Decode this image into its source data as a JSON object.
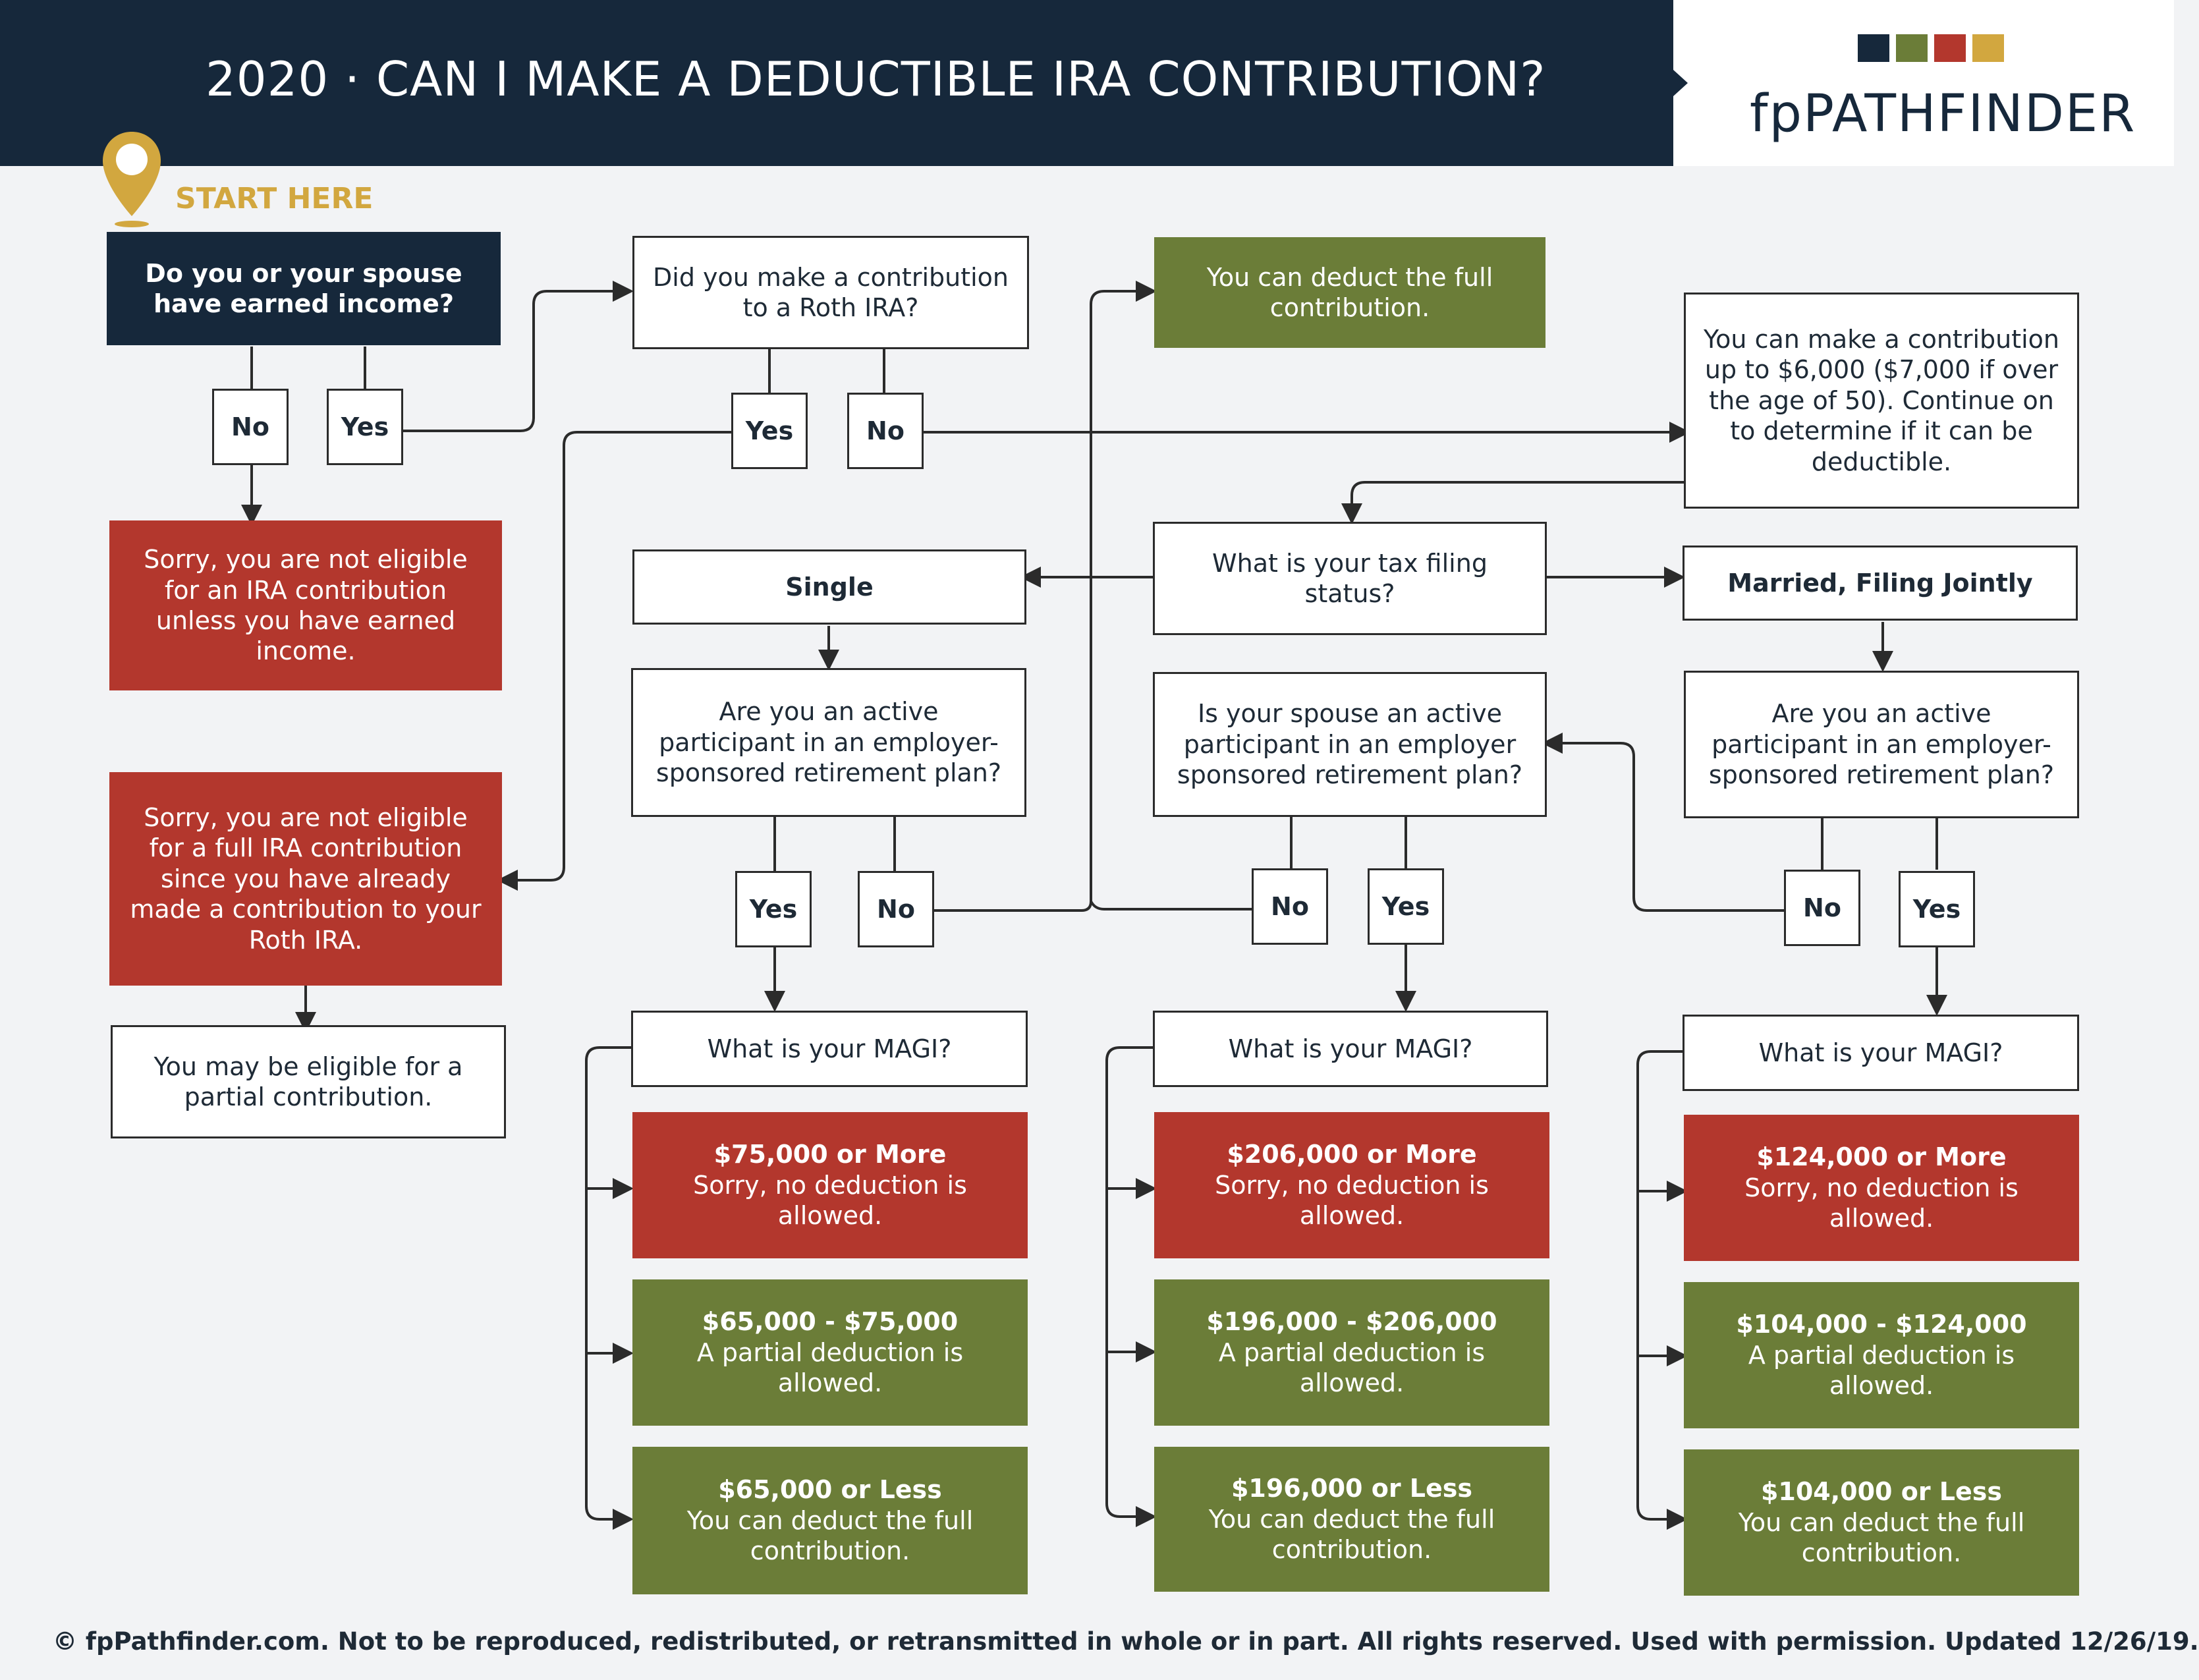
{
  "header": {
    "title": "2020 · CAN I MAKE A DEDUCTIBLE IRA CONTRIBUTION?",
    "brand": "fpPATHFINDER",
    "brand_colors": [
      "#16283b",
      "#6b7d38",
      "#b3372d",
      "#d2a73f"
    ]
  },
  "start": {
    "label": "START HERE",
    "icon": "map-pin-icon"
  },
  "nodes": {
    "q_earned": "Do you or your spouse have earned income?",
    "q_roth": "Did you make a contribution to a Roth IRA?",
    "full_deduct_top": "You can deduct the full contribution.",
    "can_contribute": "You can make a contribution up to $6,000 ($7,000 if over the age of 50). Continue on to determine if it can be deductible.",
    "not_eligible": "Sorry, you are not eligible for an IRA contribution unless you have earned income.",
    "not_full": "Sorry, you are not eligible for a full IRA contribution since you have already made a contribution to your Roth IRA.",
    "partial_eligible": "You may be eligible for a partial contribution.",
    "q_filing": "What is your tax filing status?",
    "single": "Single",
    "married": "Married, Filing Jointly",
    "q_active_single": "Are you an active participant in an employer-sponsored retirement plan?",
    "q_spouse": "Is your spouse an active participant in an employer sponsored retirement plan?",
    "q_active_married": "Are you an active participant in an employer-sponsored retirement plan?",
    "magi_label": "What is your MAGI?"
  },
  "answers": {
    "yes": "Yes",
    "no": "No"
  },
  "magi": {
    "single": [
      {
        "range": "$75,000 or More",
        "text": "Sorry, no deduction is allowed."
      },
      {
        "range": "$65,000 - $75,000",
        "text": "A partial deduction is allowed."
      },
      {
        "range": "$65,000 or Less",
        "text": "You can deduct the full contribution."
      }
    ],
    "spouse": [
      {
        "range": "$206,000 or More",
        "text": "Sorry, no deduction is allowed."
      },
      {
        "range": "$196,000 - $206,000",
        "text": "A partial deduction is allowed."
      },
      {
        "range": "$196,000 or Less",
        "text": "You can deduct the full contribution."
      }
    ],
    "married": [
      {
        "range": "$124,000 or More",
        "text": "Sorry, no deduction is allowed."
      },
      {
        "range": "$104,000 - $124,000",
        "text": "A partial deduction is allowed."
      },
      {
        "range": "$104,000 or Less",
        "text": "You can deduct the full contribution."
      }
    ]
  },
  "footer": "© fpPathfinder.com. Not to be reproduced, redistributed, or retransmitted in whole or in part. All rights reserved. Used with permission. Updated 12/26/19."
}
